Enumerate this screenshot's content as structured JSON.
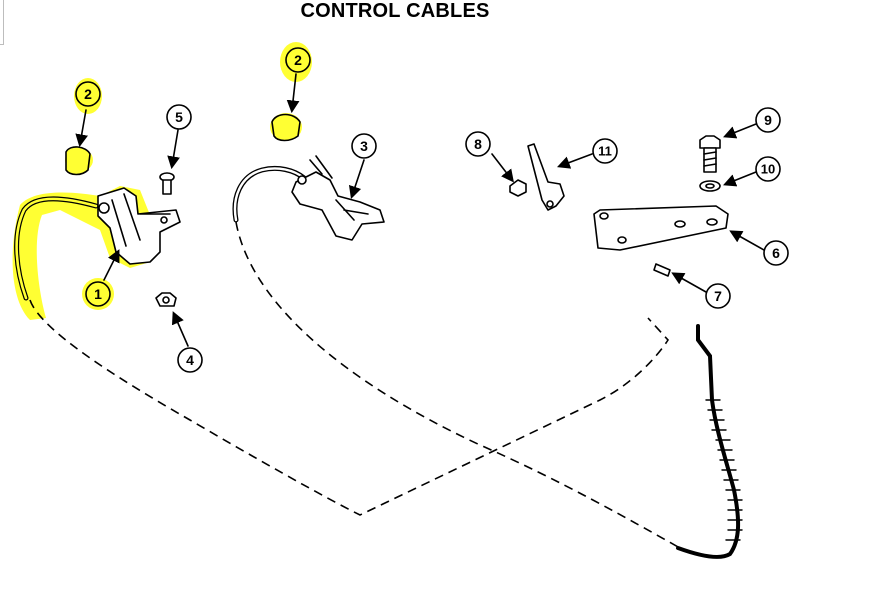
{
  "title": "CONTROL CABLES",
  "callouts": {
    "c1": "1",
    "c2a": "2",
    "c2b": "2",
    "c3": "3",
    "c4": "4",
    "c5": "5",
    "c6": "6",
    "c7": "7",
    "c8": "8",
    "c9": "9",
    "c10": "10",
    "c11": "11"
  },
  "colors": {
    "highlight": "#ffff33",
    "ink": "#000000"
  }
}
